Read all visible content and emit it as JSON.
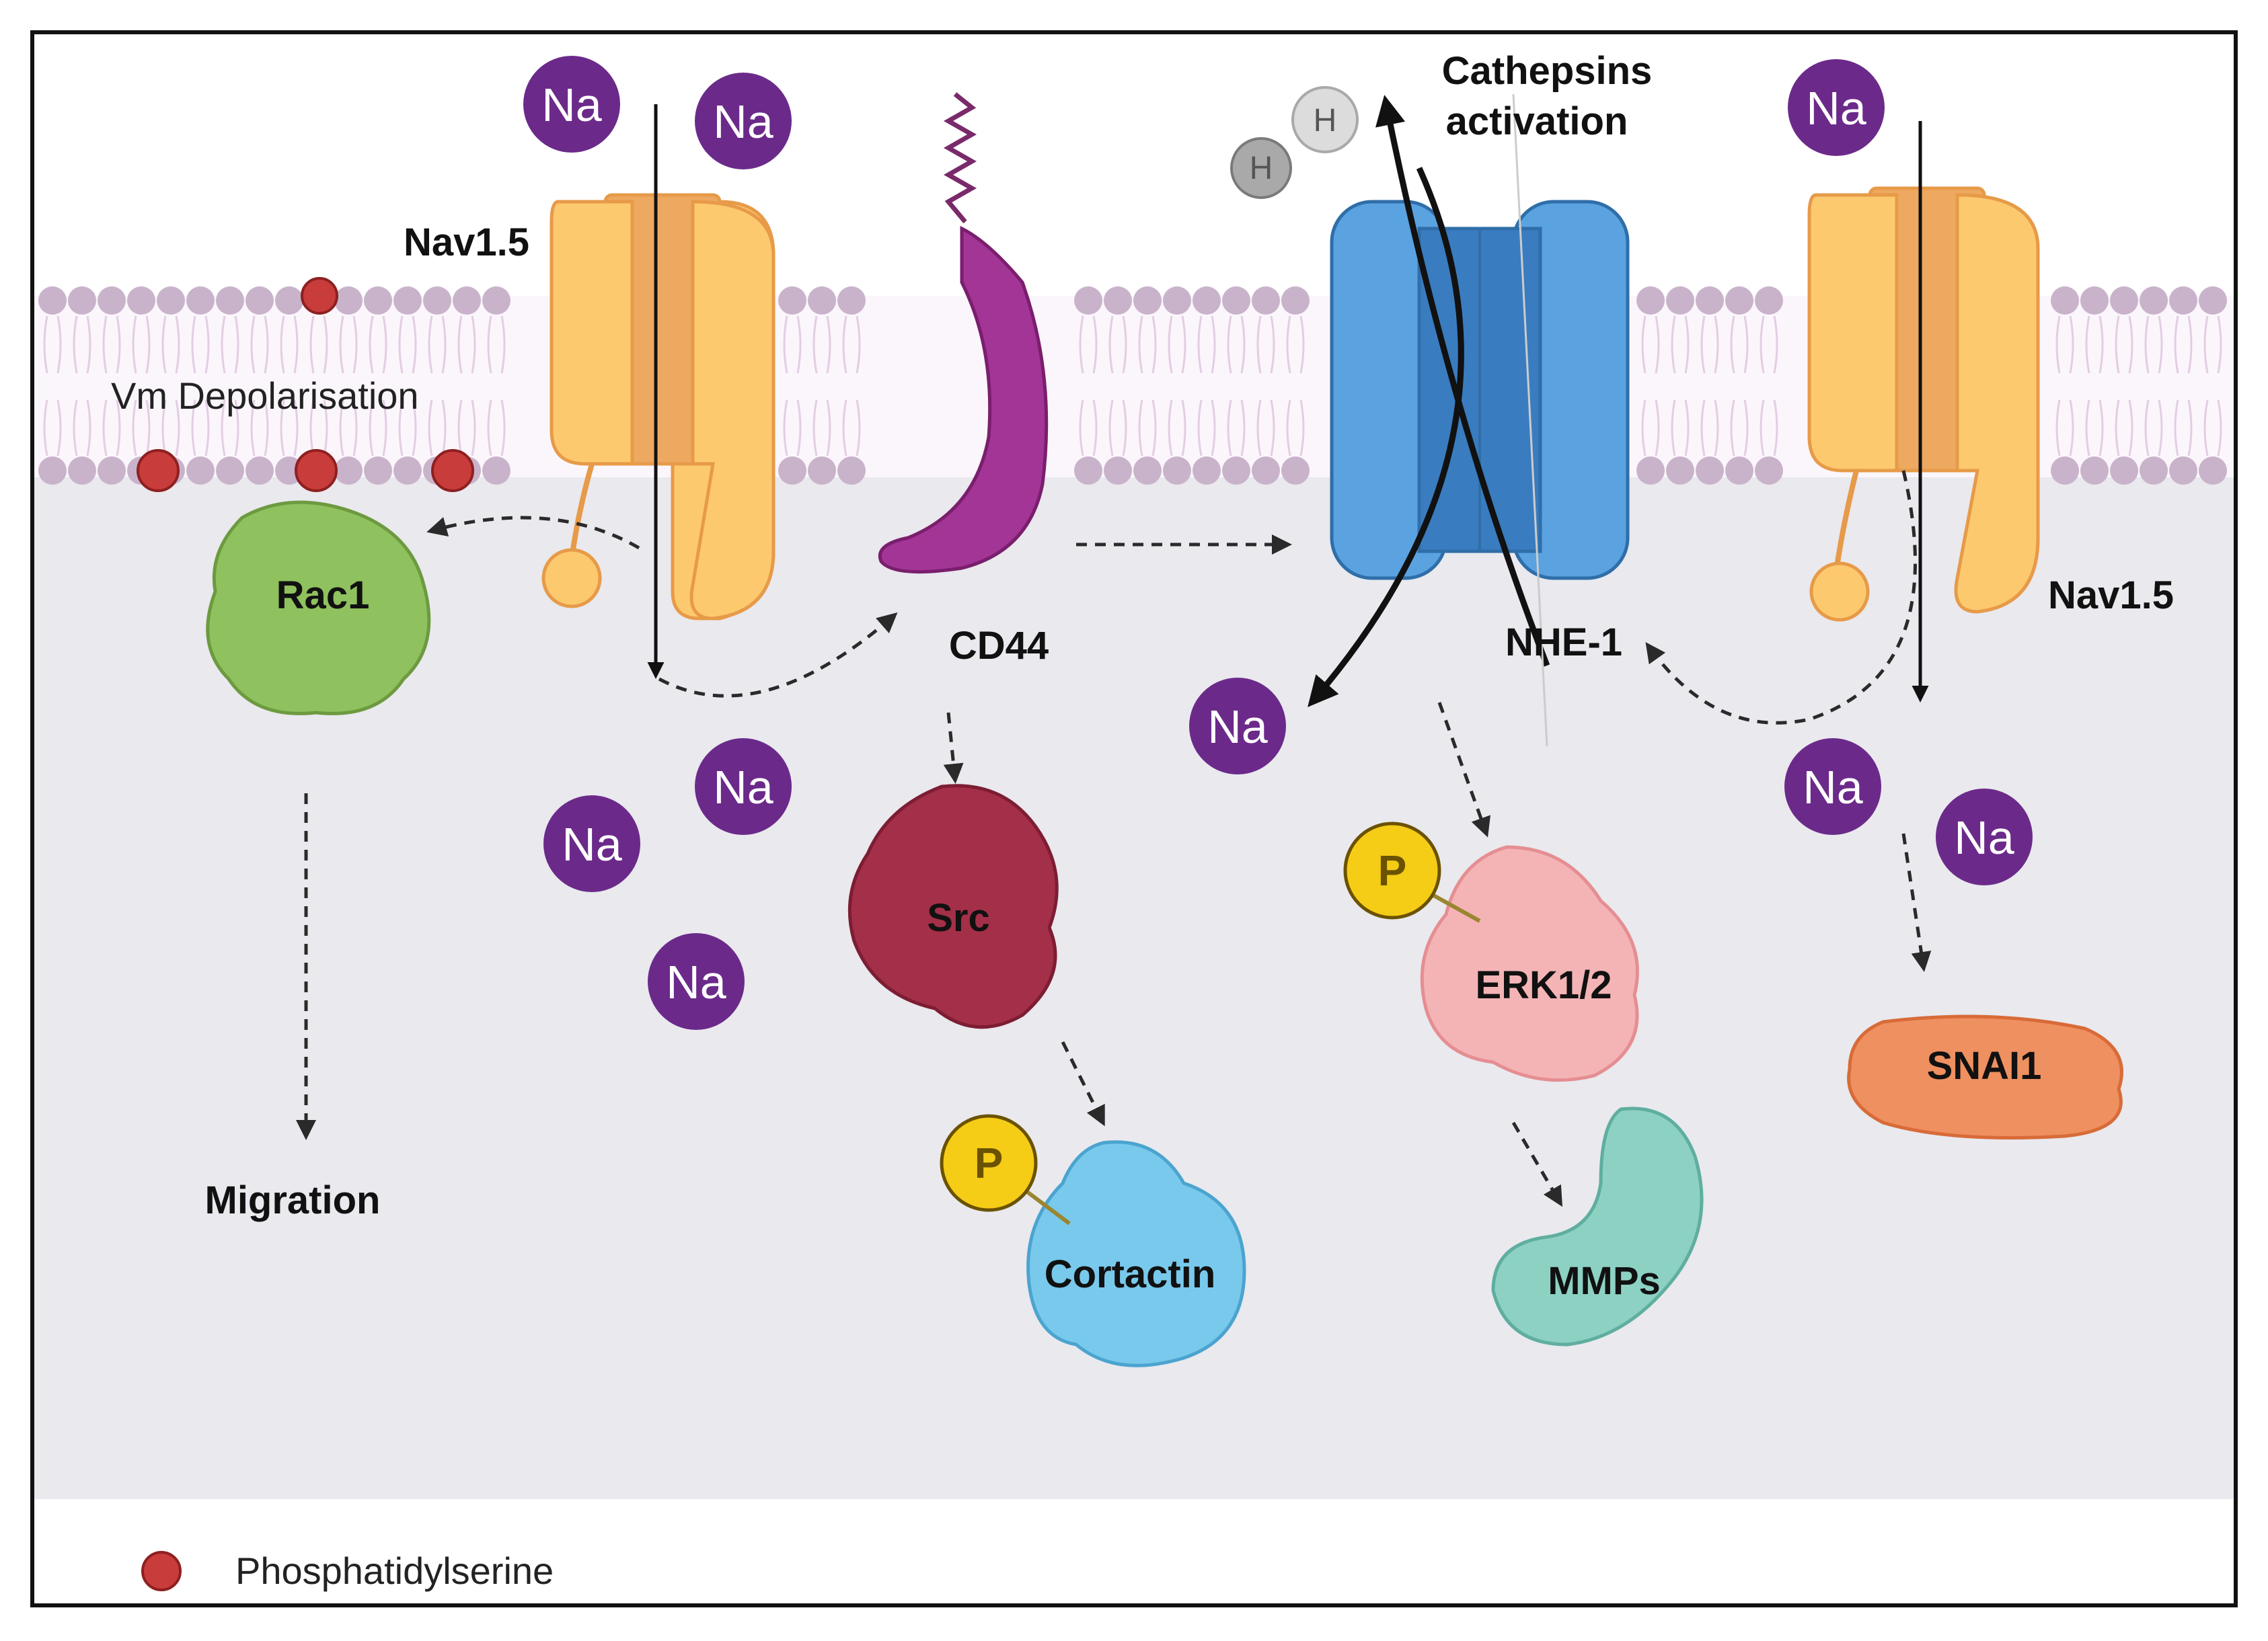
{
  "labels": {
    "nav15_left": "Nav1.5",
    "nav15_right": "Nav1.5",
    "vm_depolarisation": "Vm Depolarisation",
    "rac1": "Rac1",
    "migration": "Migration",
    "cd44": "CD44",
    "src": "Src",
    "cortactin": "Cortactin",
    "cathepsins_line1": "Cathepsins",
    "cathepsins_line2": "activation",
    "nhe1": "NHE-1",
    "erk": "ERK1/2",
    "mmps": "MMPs",
    "snai1": "SNAI1"
  },
  "ions": {
    "sodium": "Na",
    "hydrogen": "H",
    "phospho": "P"
  },
  "legend": {
    "phosphatidylserine": "Phosphatidylserine"
  },
  "colors": {
    "membrane_head": "#c9b3cb",
    "cytoplasm": "#e9e9ee",
    "nav_channel": "#fcc96f",
    "nav_channel_dark": "#eea960",
    "cd44": "#a23596",
    "nhe1": "#5aa2e0",
    "nhe1_dark": "#3a7cc0",
    "sodium_ion": "#6b2a8a",
    "phosphatidylserine": "#c93c3c",
    "rac1": "#8fc15e",
    "src": "#a42f48",
    "cortactin": "#78c9ec",
    "erk": "#f4b4b6",
    "mmps": "#8dd1c3",
    "snai1": "#ef9060",
    "phospho": "#f5cc16"
  }
}
